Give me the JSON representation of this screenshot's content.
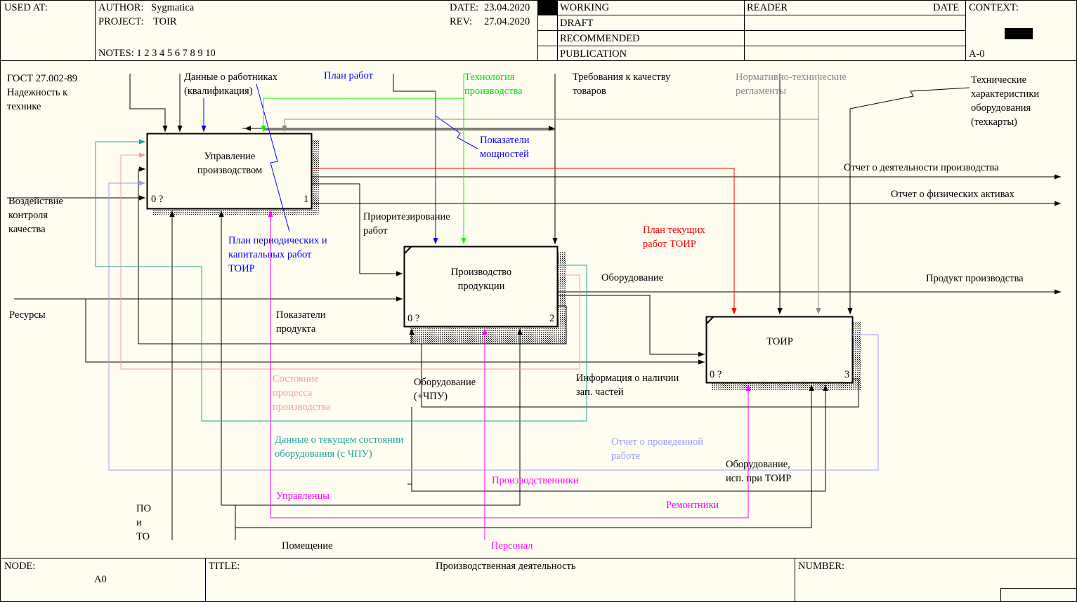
{
  "header": {
    "used_at": "USED AT:",
    "author_label": "AUTHOR:",
    "author": "Sygmatica",
    "project_label": "PROJECT:",
    "project": "TOIR",
    "date_label": "DATE:",
    "date": "23.04.2020",
    "rev_label": "REV:",
    "rev": "27.04.2020",
    "notes": "NOTES:  1  2  3  4  5  6  7  8  9  10",
    "status": [
      "WORKING",
      "DRAFT",
      "RECOMMENDED",
      "PUBLICATION"
    ],
    "reader": "READER",
    "reader_date": "DATE",
    "context": "CONTEXT:",
    "context_node": "A-0"
  },
  "footer": {
    "node_label": "NODE:",
    "node": "A0",
    "title_label": "TITLE:",
    "title": "Производственная  деятельность",
    "number_label": "NUMBER:"
  },
  "boxes": [
    {
      "label": "Управление\nпроизводством",
      "cost": "0 ?",
      "num": "1"
    },
    {
      "label": "Производство\nпродукции",
      "cost": "0 ?",
      "num": "2"
    },
    {
      "label": "ТОИР",
      "cost": "0 ?",
      "num": "3"
    }
  ],
  "arrows": {
    "gost": "ГОСТ 27.002-89\nНадежность к\nтехнике",
    "workers": "Данные о работниках\n(квалификация)",
    "work_plan": "План работ",
    "technology": "Технология\nпроизводства",
    "quality_req": "Требования к качеству\nтоваров",
    "norm_docs": "Нормативно-технические\nрегламенты",
    "tech_char": "Технические\nхарактеристики\nоборудования\n(техкарты)",
    "capacity": "Показатели\nмощностей",
    "report_activity": "Отчет о деятельности производства",
    "report_assets": "Отчет о физических активах",
    "quality_ctrl": "Воздействие\nконтроля\nкачества",
    "prioritization": "Приоритезирование\nработ",
    "periodic_plan": "План периодических и\nкапитальных работ\nТОИР",
    "current_plan": "План текущих\nработ ТОИР",
    "equipment": "Оборудование",
    "product": "Продукт производства",
    "resources": "Ресурсы",
    "product_indicators": "Показатели\nпродукта",
    "process_state": "Состояние\nпроцесса\nпроизводства",
    "equipment_cnc": "Оборудование\n(+ЧПУ)",
    "parts_info": "Информация о наличии\nзап. частей",
    "equip_state": "Данные о текущем состоянии\nоборудования (с ЧПУ)",
    "work_report": "Отчет о проведенной\nработе",
    "equip_toir": "Оборудование,\nисп. при ТОИР",
    "producers": "Производственники",
    "managers": "Управленцы",
    "repairmen": "Ремонтники",
    "software": "ПО\nи\nТО",
    "premises": "Помещение",
    "personnel": "Персонал"
  },
  "colors": {
    "background": "#fffdf0",
    "blue": "#0000ff",
    "green": "#00ff00",
    "gray": "#888888",
    "red": "#ff0000",
    "magenta": "#ff00ff",
    "teal": "#20a0a0",
    "pink": "#f0a0a0",
    "lavender": "#9aa0f0"
  }
}
